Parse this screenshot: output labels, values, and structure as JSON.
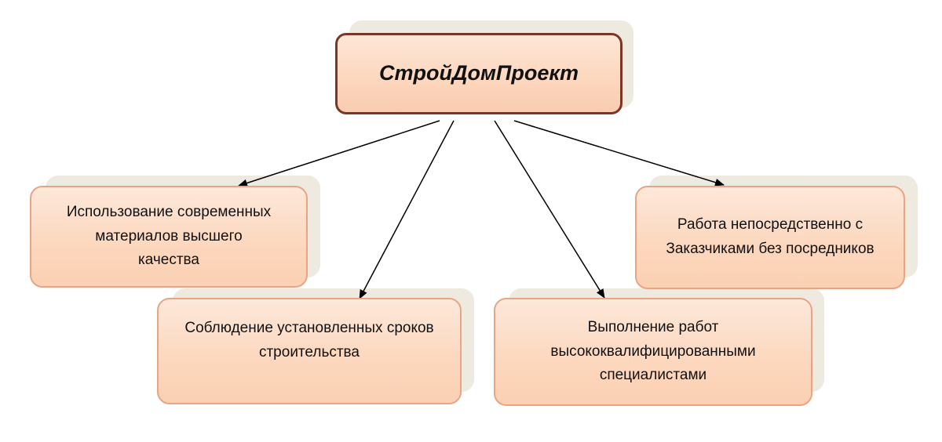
{
  "root": {
    "label": "СтройДомПроект"
  },
  "branches": [
    {
      "id": "materials",
      "label": "Использование современных материалов высшего качества"
    },
    {
      "id": "deadlines",
      "label": "Соблюдение установленных сроков строительства"
    },
    {
      "id": "specialists",
      "label": "Выполнение работ высококвалифицированными специалистами"
    },
    {
      "id": "direct",
      "label": "Работа непосредственно с Заказчиками без посредников"
    }
  ],
  "colors": {
    "box_fill": "#fcd7bd",
    "box_border": "#e7a585",
    "root_border": "#7a3726",
    "arrow": "#000000",
    "shadow": "#efeae0"
  }
}
